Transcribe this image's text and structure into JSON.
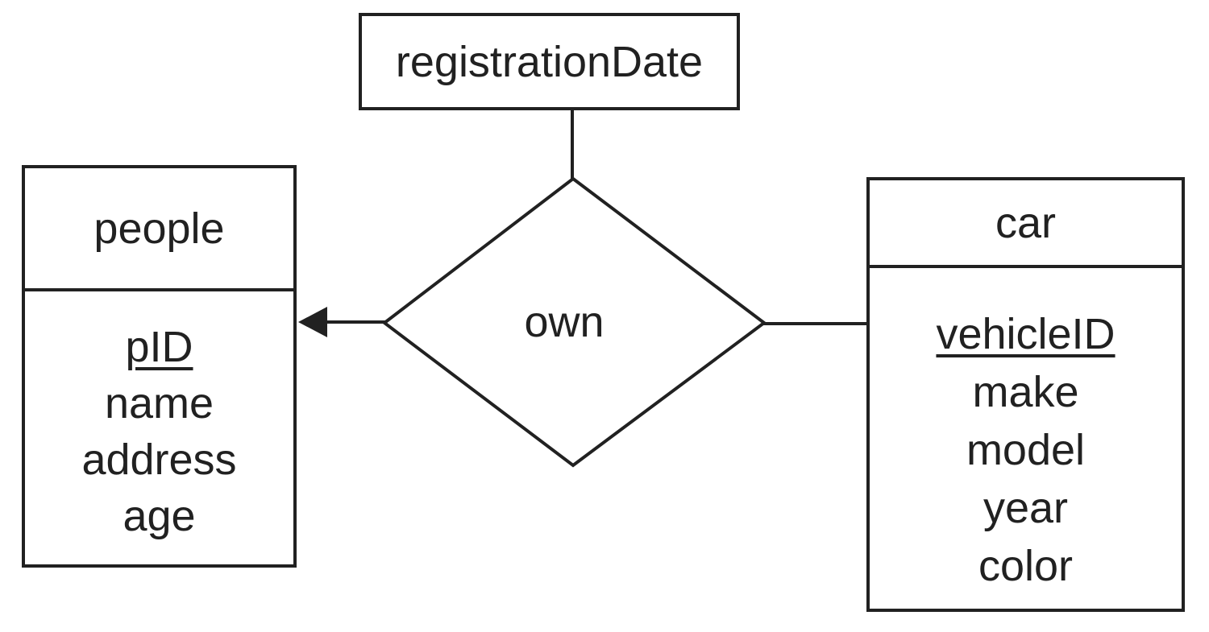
{
  "diagram": {
    "type": "er-diagram",
    "background_color": "#ffffff",
    "ink_color": "#212121",
    "attribute_node": {
      "label": "registrationDate"
    },
    "relationship": {
      "label": "own",
      "shape": "diamond",
      "connects": [
        "people",
        "car"
      ],
      "arrow": {
        "target": "people",
        "style": "filled-triangle-left"
      }
    },
    "entities": [
      {
        "name": "people",
        "attributes": [
          {
            "label": "pID",
            "is_key": true
          },
          {
            "label": "name",
            "is_key": false
          },
          {
            "label": "address",
            "is_key": false
          },
          {
            "label": "age",
            "is_key": false
          }
        ]
      },
      {
        "name": "car",
        "attributes": [
          {
            "label": "vehicleID",
            "is_key": true
          },
          {
            "label": "make",
            "is_key": false
          },
          {
            "label": "model",
            "is_key": false
          },
          {
            "label": "year",
            "is_key": false
          },
          {
            "label": "color",
            "is_key": false
          }
        ]
      }
    ]
  }
}
